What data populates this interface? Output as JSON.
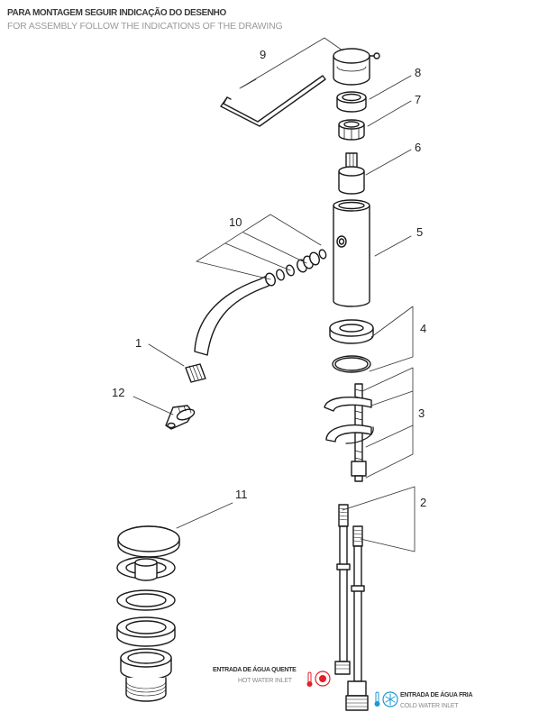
{
  "header": {
    "line1": "PARA MONTAGEM SEGUIR INDICAÇÃO DO DESENHO",
    "line2": "FOR ASSEMBLY FOLLOW THE INDICATIONS OF THE DRAWING"
  },
  "callouts": [
    {
      "id": "1",
      "label": "1"
    },
    {
      "id": "2",
      "label": "2"
    },
    {
      "id": "3",
      "label": "3"
    },
    {
      "id": "4",
      "label": "4"
    },
    {
      "id": "5",
      "label": "5"
    },
    {
      "id": "6",
      "label": "6"
    },
    {
      "id": "7",
      "label": "7"
    },
    {
      "id": "8",
      "label": "8"
    },
    {
      "id": "9",
      "label": "9"
    },
    {
      "id": "10",
      "label": "10"
    },
    {
      "id": "11",
      "label": "11"
    },
    {
      "id": "12",
      "label": "12"
    }
  ],
  "inlets": {
    "hot": {
      "label_pt": "ENTRADA DE ÁGUA QUENTE",
      "label_en": "HOT WATER INLET",
      "color": "#e0202a"
    },
    "cold": {
      "label_pt": "ENTRADA DE ÁGUA FRIA",
      "label_en": "COLD WATER INLET",
      "color": "#1a9ad6"
    }
  },
  "colors": {
    "line": "#1a1a1a",
    "leader": "#333333",
    "fill": "#ffffff"
  }
}
